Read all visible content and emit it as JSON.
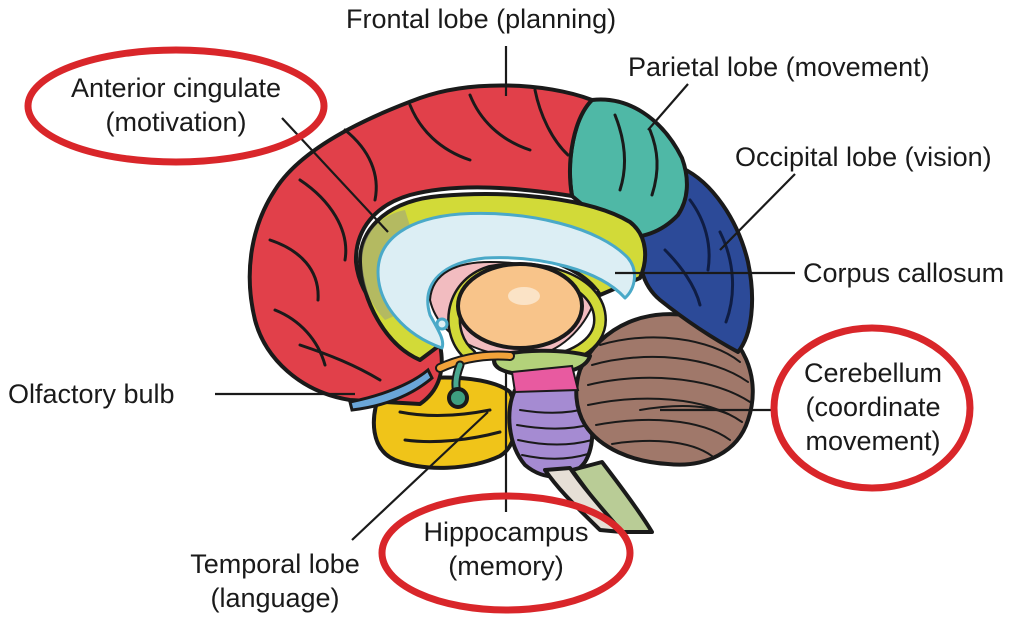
{
  "labels": {
    "frontal": "Frontal lobe (planning)",
    "parietal": "Parietal lobe (movement)",
    "occipital": "Occipital lobe (vision)",
    "corpus": "Corpus callosum",
    "anterior_1": "Anterior cingulate",
    "anterior_2": "(motivation)",
    "olfactory": "Olfactory bulb",
    "cerebellum_1": "Cerebellum",
    "cerebellum_2": "(coordinate",
    "cerebellum_3": "movement)",
    "hippocampus_1": "Hippocampus",
    "hippocampus_2": "(memory)",
    "temporal_1": "Temporal lobe",
    "temporal_2": "(language)"
  },
  "colors": {
    "frontal": "#e1404a",
    "parietal": "#4fb8a6",
    "occipital": "#2c4a98",
    "cingulate": "#d2da38",
    "corpus_callosum": "#dceef4",
    "thalamus": "#f8c48a",
    "temporal": "#f0c419",
    "cerebellum": "#a0786a",
    "brainstem": "#a58bd2",
    "highlight_ring": "#d9262a"
  }
}
